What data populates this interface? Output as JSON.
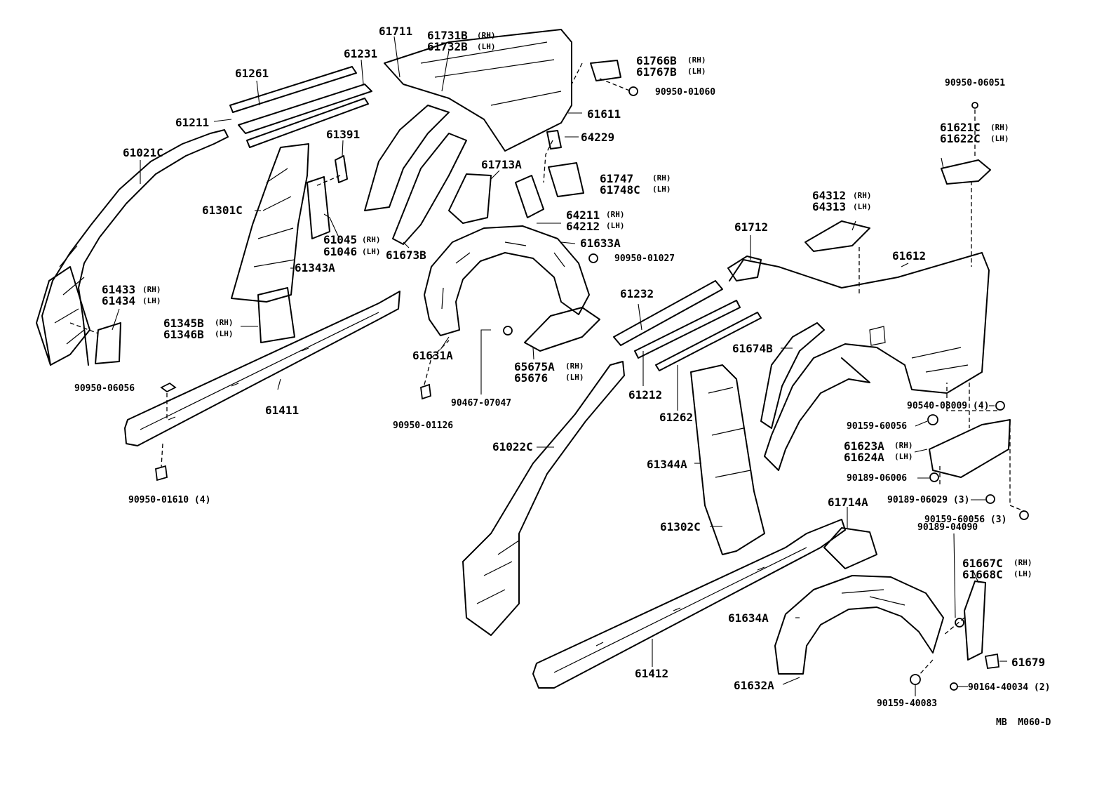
{
  "diagram_code": "MB  M060-D",
  "labels": {
    "p61711": "61711",
    "p61731b": "61731B",
    "p61732b": "61732B",
    "p61231": "61231",
    "p61261": "61261",
    "p61211": "61211",
    "p61021c": "61021C",
    "p61391": "61391",
    "p61301c": "61301C",
    "p61045": "61045",
    "p61046": "61046",
    "p61343a": "61343A",
    "p61433": "61433",
    "p61434": "61434",
    "p61345b": "61345B",
    "p61346b": "61346B",
    "p61411": "61411",
    "p61673b": "61673B",
    "p61713a": "61713A",
    "p61766b": "61766B",
    "p61767b": "61767B",
    "p61611": "61611",
    "p64229": "64229",
    "p61747": "61747",
    "p61748c": "61748C",
    "p64211": "64211",
    "p64212": "64212",
    "p61633a": "61633A",
    "p61631a": "61631A",
    "p65675a": "65675A",
    "p65676": "65676",
    "p61621c": "61621C",
    "p61622c": "61622C",
    "p64312": "64312",
    "p64313": "64313",
    "p61712": "61712",
    "p61612": "61612",
    "p61232": "61232",
    "p61212": "61212",
    "p61262": "61262",
    "p61674b": "61674B",
    "p61022c": "61022C",
    "p61344a": "61344A",
    "p61302c": "61302C",
    "p61623a": "61623A",
    "p61624a": "61624A",
    "p61714a": "61714A",
    "p61667c": "61667C",
    "p61668c": "61668C",
    "p61634a": "61634A",
    "p61632a": "61632A",
    "p61412": "61412",
    "p61679": "61679"
  },
  "fasteners": {
    "f9095001060": "90950-01060",
    "f9095006051": "90950-06051",
    "f9095001027": "90950-01027",
    "f9095006056": "90950-06056",
    "f9095001610": "90950-01610 (4)",
    "f9046707047": "90467-07047",
    "f9095001126": "90950-01126",
    "f9054008009": "90540-08009 (4)",
    "f9015960056": "90159-60056",
    "f9018906006": "90189-06006",
    "f9018906029": "90189-06029 (3)",
    "f9015960056b": "90159-60056 (3)",
    "f9018904090": "90189-04090",
    "f9015940083": "90159-40083",
    "f9016440034": "90164-40034 (2)"
  },
  "side_tags": {
    "rh": "(RH)",
    "lh": "(LH)"
  }
}
